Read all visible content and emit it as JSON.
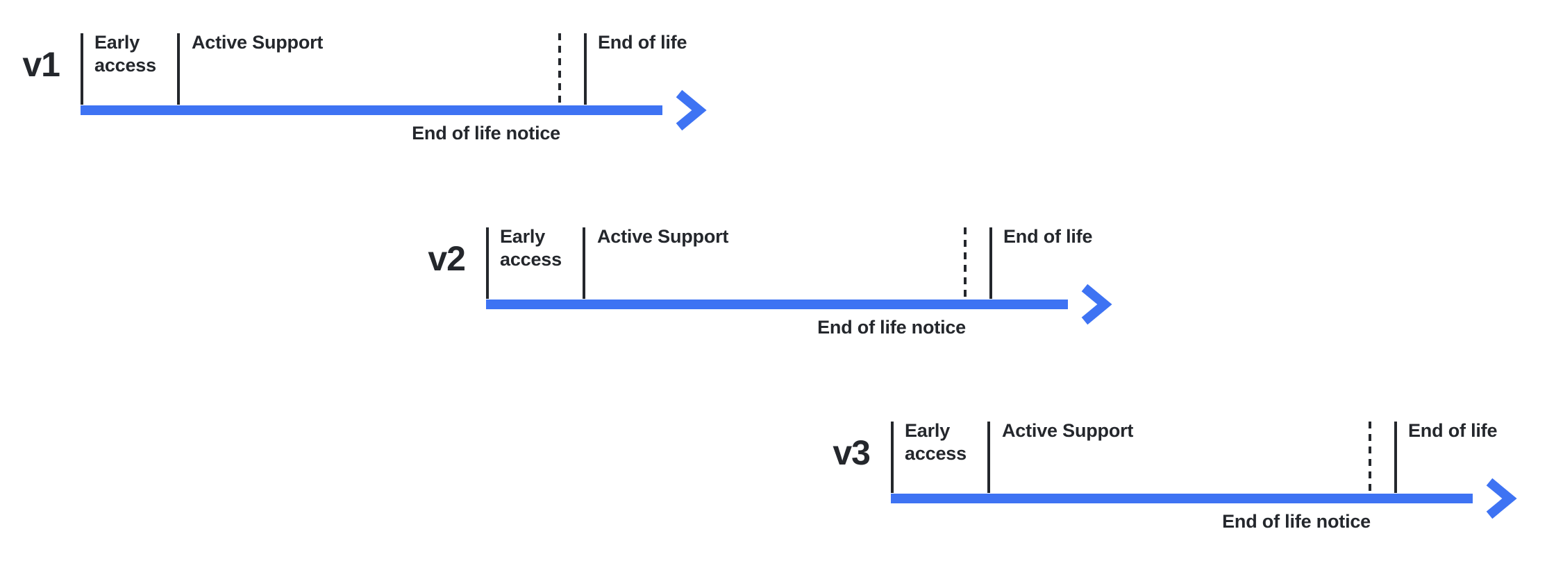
{
  "colors": {
    "arrow": "#3E73F3",
    "ink": "#24272C",
    "background": "#FFFFFF"
  },
  "timelines": [
    {
      "version": "v1",
      "phases": {
        "early_access": "Early access",
        "active_support": "Active Support",
        "end_of_life": "End of life"
      },
      "annotation": "End of life notice"
    },
    {
      "version": "v2",
      "phases": {
        "early_access": "Early access",
        "active_support": "Active Support",
        "end_of_life": "End of life"
      },
      "annotation": "End of life notice"
    },
    {
      "version": "v3",
      "phases": {
        "early_access": "Early access",
        "active_support": "Active Support",
        "end_of_life": "End of life"
      },
      "annotation": "End of life notice"
    }
  ]
}
